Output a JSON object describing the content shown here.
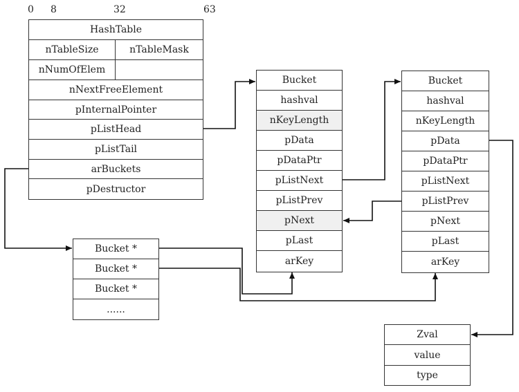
{
  "bit_labels": [
    "0",
    "8",
    "32",
    "63"
  ],
  "hashtable": {
    "title": "HashTable",
    "n_table_size": "nTableSize",
    "n_table_mask": "nTableMask",
    "n_num_of_elem": "nNumOfElem",
    "n_next_free_element": "nNextFreeElement",
    "p_internal_pointer": "pInternalPointer",
    "p_list_head": "pListHead",
    "p_list_tail": "pListTail",
    "ar_buckets": "arBuckets",
    "p_destructor": "pDestructor"
  },
  "bucket_array": [
    "Bucket *",
    "Bucket *",
    "Bucket *",
    "......"
  ],
  "bucket_fields": [
    "Bucket",
    "hashval",
    "nKeyLength",
    "pData",
    "pDataPtr",
    "pListNext",
    "pListPrev",
    "pNext",
    "pLast",
    "arKey"
  ],
  "zval_fields": [
    "Zval",
    "value",
    "type"
  ]
}
